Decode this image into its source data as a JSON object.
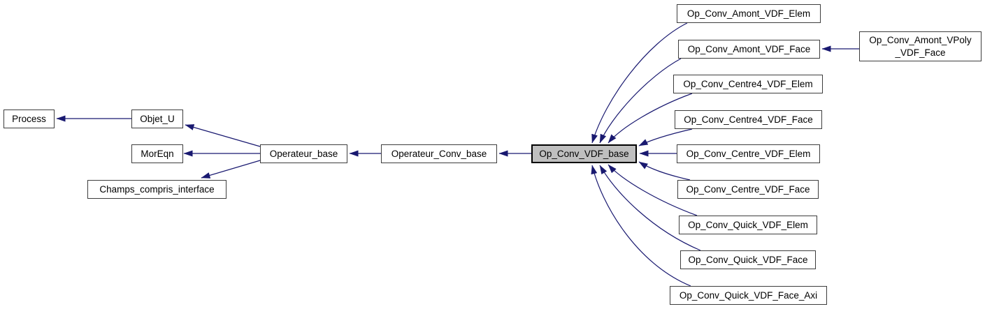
{
  "diagram": {
    "type": "class-inheritance-graph",
    "colors": {
      "background": "#ffffff",
      "edge": "#191970",
      "node_border": "#3d3d3d",
      "node_fill": "#ffffff",
      "highlight_node_fill": "#bfbfbf",
      "text": "#000000"
    },
    "highlighted_node": "Op_Conv_VDF_base"
  },
  "nodes": [
    {
      "id": "process",
      "label": "Process"
    },
    {
      "id": "objet_u",
      "label": "Objet_U"
    },
    {
      "id": "moreqn",
      "label": "MorEqn"
    },
    {
      "id": "champs",
      "label": "Champs_compris_interface"
    },
    {
      "id": "operateur_base",
      "label": "Operateur_base"
    },
    {
      "id": "operateur_conv_base",
      "label": "Operateur_Conv_base"
    },
    {
      "id": "op_conv_vdf_base",
      "label": "Op_Conv_VDF_base"
    },
    {
      "id": "amont_elem",
      "label": "Op_Conv_Amont_VDF_Elem"
    },
    {
      "id": "amont_face",
      "label": "Op_Conv_Amont_VDF_Face"
    },
    {
      "id": "vpoly_face",
      "label": "Op_Conv_Amont_VPoly\n_VDF_Face"
    },
    {
      "id": "centre4_elem",
      "label": "Op_Conv_Centre4_VDF_Elem"
    },
    {
      "id": "centre4_face",
      "label": "Op_Conv_Centre4_VDF_Face"
    },
    {
      "id": "centre_elem",
      "label": "Op_Conv_Centre_VDF_Elem"
    },
    {
      "id": "centre_face",
      "label": "Op_Conv_Centre_VDF_Face"
    },
    {
      "id": "quick_elem",
      "label": "Op_Conv_Quick_VDF_Elem"
    },
    {
      "id": "quick_face",
      "label": "Op_Conv_Quick_VDF_Face"
    },
    {
      "id": "quick_face_axi",
      "label": "Op_Conv_Quick_VDF_Face_Axi"
    }
  ],
  "edges": [
    {
      "from": "Objet_U",
      "to": "Process"
    },
    {
      "from": "Operateur_base",
      "to": "Objet_U"
    },
    {
      "from": "Operateur_base",
      "to": "MorEqn"
    },
    {
      "from": "Operateur_base",
      "to": "Champs_compris_interface"
    },
    {
      "from": "Operateur_Conv_base",
      "to": "Operateur_base"
    },
    {
      "from": "Op_Conv_VDF_base",
      "to": "Operateur_Conv_base"
    },
    {
      "from": "Op_Conv_Amont_VDF_Elem",
      "to": "Op_Conv_VDF_base"
    },
    {
      "from": "Op_Conv_Amont_VDF_Face",
      "to": "Op_Conv_VDF_base"
    },
    {
      "from": "Op_Conv_Amont_VPoly_VDF_Face",
      "to": "Op_Conv_Amont_VDF_Face"
    },
    {
      "from": "Op_Conv_Centre4_VDF_Elem",
      "to": "Op_Conv_VDF_base"
    },
    {
      "from": "Op_Conv_Centre4_VDF_Face",
      "to": "Op_Conv_VDF_base"
    },
    {
      "from": "Op_Conv_Centre_VDF_Elem",
      "to": "Op_Conv_VDF_base"
    },
    {
      "from": "Op_Conv_Centre_VDF_Face",
      "to": "Op_Conv_VDF_base"
    },
    {
      "from": "Op_Conv_Quick_VDF_Elem",
      "to": "Op_Conv_VDF_base"
    },
    {
      "from": "Op_Conv_Quick_VDF_Face",
      "to": "Op_Conv_VDF_base"
    },
    {
      "from": "Op_Conv_Quick_VDF_Face_Axi",
      "to": "Op_Conv_VDF_base"
    }
  ]
}
